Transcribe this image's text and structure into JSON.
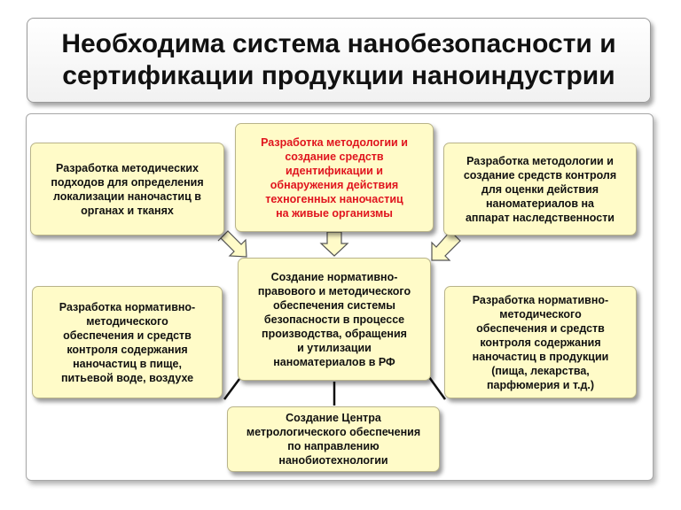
{
  "title": "Необходима система нанобезопасности и\nсертификации продукции наноиндустрии",
  "boxes": {
    "top_center": "Разработка методологии и\nсоздание средств\nидентификации и\nобнаружения действия\nтехногенных наночастиц\nна живые организмы",
    "top_left": "Разработка методических\nподходов для определения\nлокализации наночастиц в\nорганах и тканях",
    "top_right": "Разработка методологии и\nсоздание средств контроля\nдля оценки действия\nнаноматериалов на\nаппарат наследственности",
    "center": "Создание нормативно-\nправового и методического\nобеспечения системы\nбезопасности в процессе\nпроизводства, обращения\nи утилизации\nнаноматериалов в РФ",
    "mid_left": "Разработка нормативно-\nметодического\nобеспечения и средств\nконтроля содержания\nнаночастиц в пище,\nпитьевой воде, воздухе",
    "mid_right": "Разработка нормативно-\nметодического\nобеспечения и средств\nконтроля содержания\nнаночастиц в продукции\n(пища, лекарства,\nпарфюмерия и т.д.)",
    "bottom": "Создание Центра\nметрологического обеспечения\nпо направлению\nнанобиотехнологии"
  },
  "colors": {
    "box_fill": "#fffbc8",
    "highlight_text": "#e0141e",
    "arrow_fill": "#fffbc8"
  }
}
